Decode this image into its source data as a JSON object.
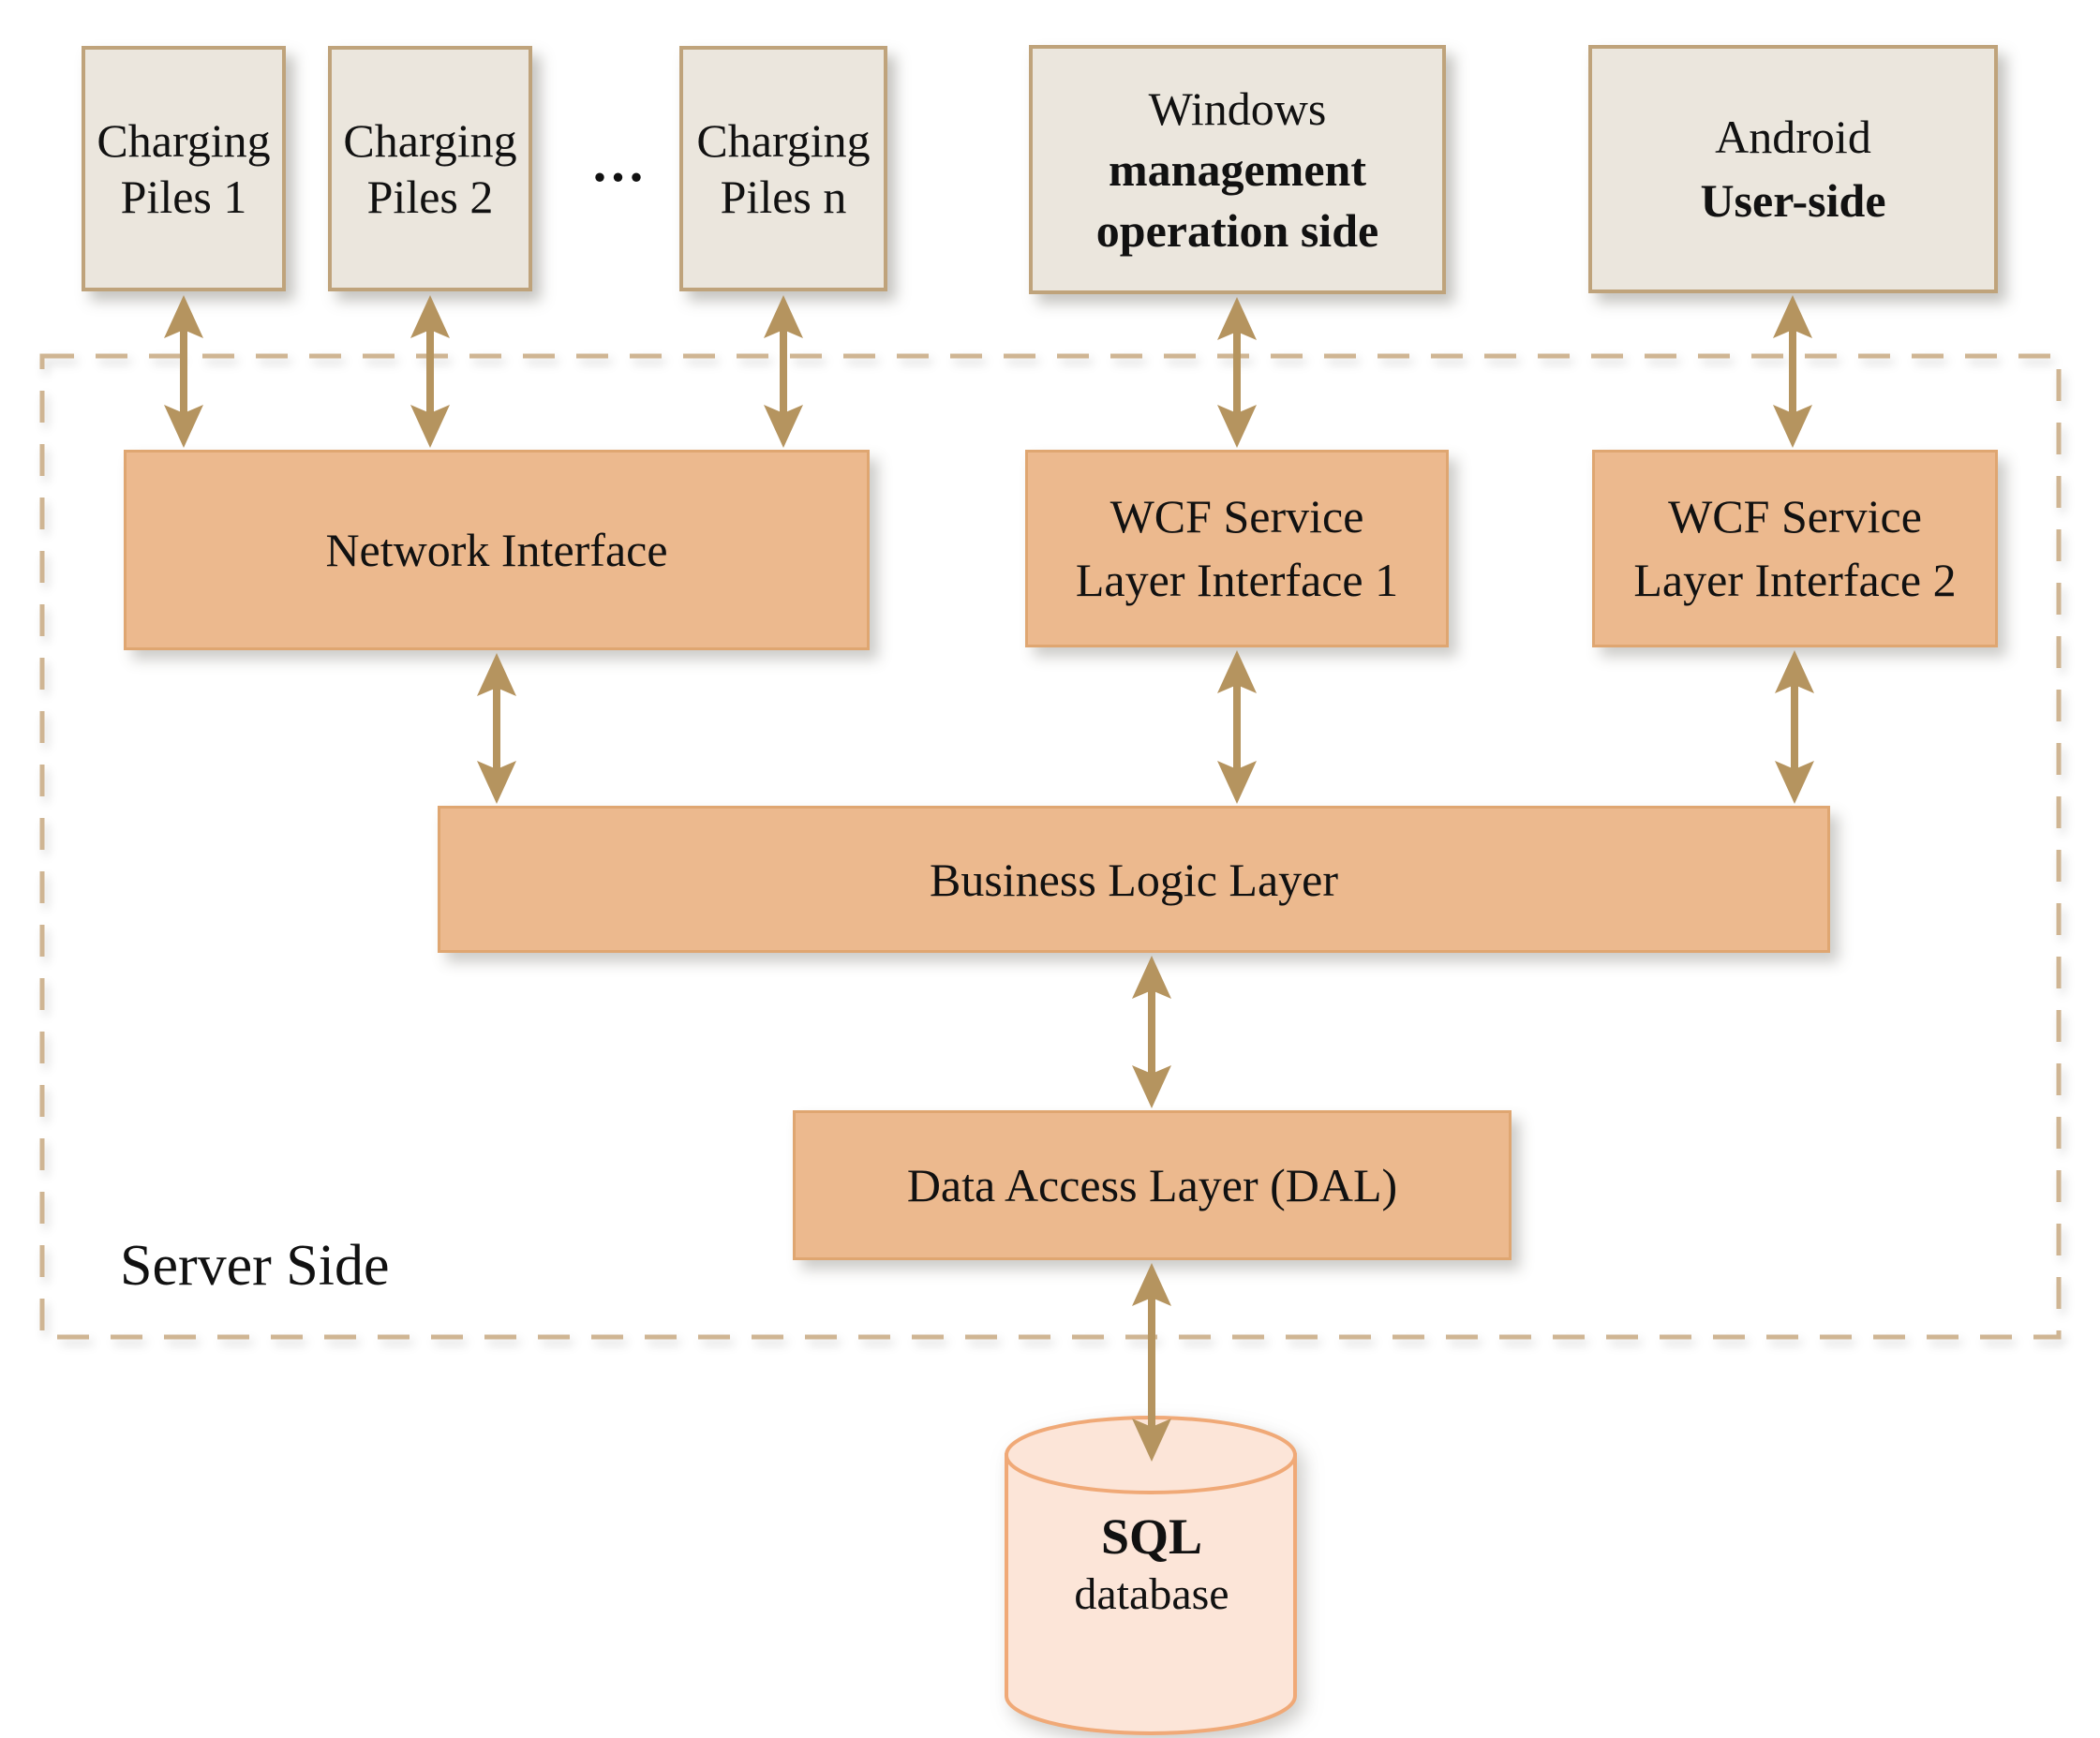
{
  "diagram": {
    "top_row": {
      "charging_pile_1": {
        "line1": "Charging",
        "line2": "Piles 1"
      },
      "charging_pile_2": {
        "line1": "Charging",
        "line2": "Piles 2"
      },
      "ellipsis": "...",
      "charging_pile_n": {
        "line1": "Charging",
        "line2": "Piles n"
      },
      "windows_client": {
        "line1": "Windows",
        "line2": "management",
        "line3": "operation side"
      },
      "android_client": {
        "line1": "Android",
        "line2": "User-side"
      }
    },
    "interface_row": {
      "network_interface": "Network Interface",
      "wcf1": {
        "line1": "WCF Service",
        "line2": "Layer Interface 1"
      },
      "wcf2": {
        "line1": "WCF Service",
        "line2": "Layer Interface 2"
      }
    },
    "business_logic_layer": "Business Logic Layer",
    "data_access_layer": "Data Access Layer (DAL)",
    "server_side_label": "Server Side",
    "database": {
      "line1": "SQL",
      "line2": "database"
    },
    "colors": {
      "client_box_fill": "#EBE6DD",
      "client_box_border": "#BFA37B",
      "server_box_fill": "#ECB98E",
      "server_box_border": "#DFA671",
      "arrow": "#B5945F",
      "dashed_border": "#CFB593",
      "db_fill": "#FCE5D8",
      "db_stroke": "#F0A977",
      "text": "#111111"
    }
  }
}
